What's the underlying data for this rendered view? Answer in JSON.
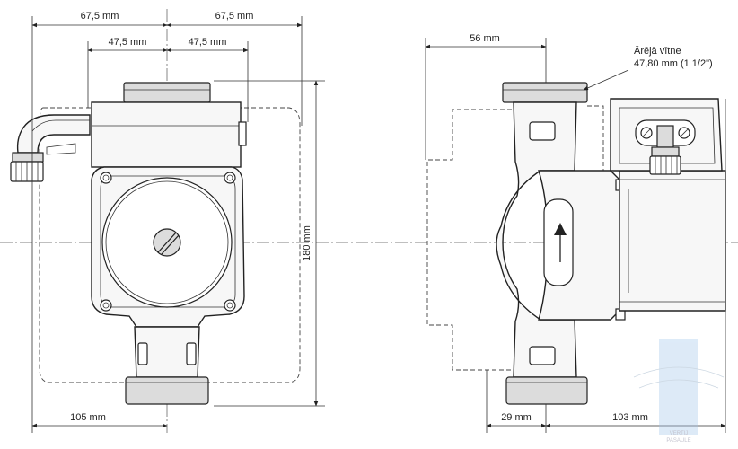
{
  "dimensions": {
    "left_half_top": "67,5 mm",
    "right_half_top": "67,5 mm",
    "left_half_inner": "47,5 mm",
    "right_half_inner": "47,5 mm",
    "height": "180 mm",
    "bottom_left": "105 mm",
    "side_top": "56 mm",
    "side_bottom_left": "29 mm",
    "side_bottom_right": "103 mm"
  },
  "thread_label": {
    "line1": "Ārējā vītne",
    "line2": "47,80 mm (1 1/2\")"
  },
  "watermark": {
    "line1": "VERTIJ",
    "line2": "PASAULE"
  }
}
